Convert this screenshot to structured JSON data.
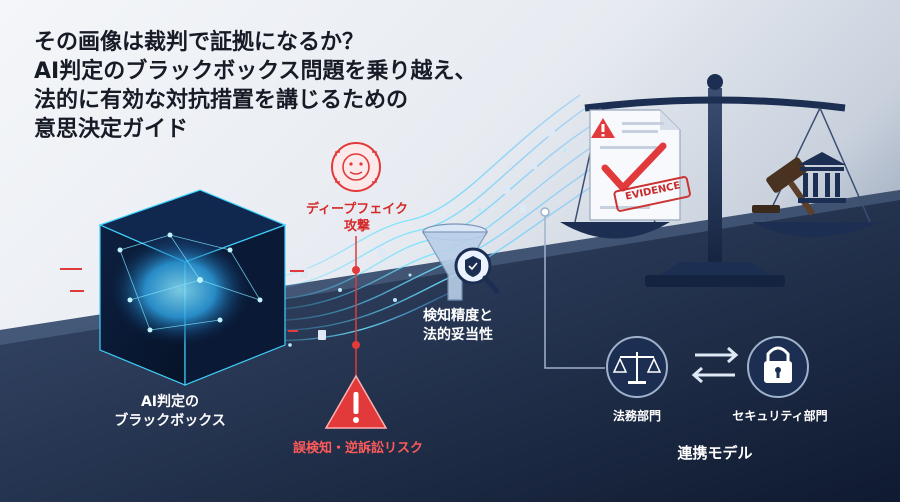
{
  "title": {
    "line1": "その画像は裁判で証拠になるか？",
    "line2": "AI判定のブラックボックス問題を乗り越え、",
    "line3": "法的に有効な対抗措置を講じるための",
    "line4": "意思決定ガイド"
  },
  "nodes": {
    "deepfake": {
      "line1": "ディープフェイク",
      "line2": "攻撃"
    },
    "blackbox": {
      "line1": "AI判定の",
      "line2": "ブラックボックス"
    },
    "risk": "誤検知・逆訴訟リスク",
    "detection": {
      "line1": "検知精度と",
      "line2": "法的妥当性"
    },
    "legal": "法務部門",
    "security": "セキュリティ部門",
    "cooperation": "連携モデル",
    "evidence_stamp": "EVIDENCE"
  },
  "colors": {
    "accent_red": "#e23a3a",
    "navy": "#1c2f52",
    "cyan": "#3fd2ff",
    "dark": "#14233f"
  }
}
